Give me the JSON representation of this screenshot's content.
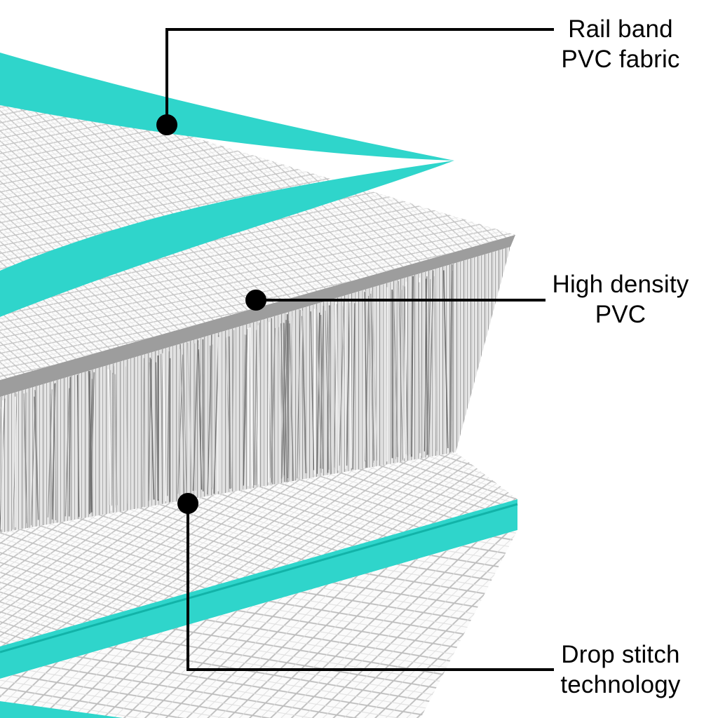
{
  "diagram": {
    "subject": "inflatable-airtrack-mat-cross-section"
  },
  "labels": {
    "rail_band": {
      "line1": "Rail band",
      "line2": "PVC fabric"
    },
    "high_density": {
      "line1": "High density",
      "line2": "PVC"
    },
    "drop_stitch": {
      "line1": "Drop stitch",
      "line2": "technology"
    }
  },
  "colors": {
    "rail_band_teal": "#2fd5cb",
    "rail_band_teal_dark": "#12b3a8",
    "pvc_gray": "#9d9d9d",
    "callout": "#000000"
  }
}
